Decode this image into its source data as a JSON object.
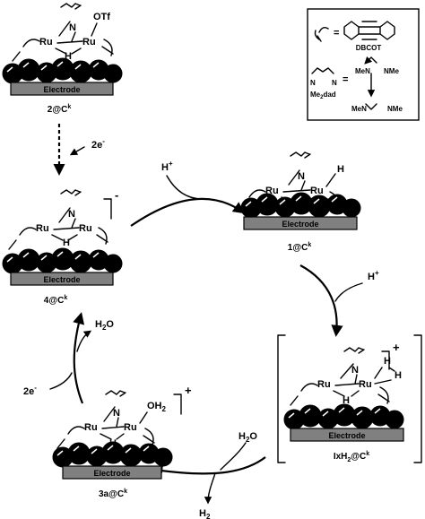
{
  "complexes": [
    {
      "id": "c2",
      "label": "2@C",
      "sup": "k",
      "electrode": "Electrode",
      "ligand": "OTf",
      "charge": ""
    },
    {
      "id": "c4",
      "label": "4@C",
      "sup": "k",
      "electrode": "Electrode",
      "charge": "-"
    },
    {
      "id": "c1",
      "label": "1@C",
      "sup": "k",
      "electrode": "Electrode",
      "charge": ""
    },
    {
      "id": "cIx",
      "label": "IxH",
      "sub": "2",
      "label2": "@C",
      "sup": "k",
      "electrode": "Electrode",
      "charge": "+"
    },
    {
      "id": "c3a",
      "label": "3a@C",
      "sup": "k",
      "electrode": "Electrode",
      "ligand": "OH",
      "ligand_sub": "2",
      "charge": "+"
    }
  ],
  "atoms": {
    "ru": "Ru",
    "n": "N",
    "h": "H"
  },
  "steps": {
    "reduce_2e": {
      "text": "2e",
      "sup": "-"
    },
    "proton_a": {
      "text": "H",
      "sup": "+"
    },
    "proton_b": {
      "text": "H",
      "sup": "+"
    },
    "water_in": {
      "text": "H",
      "sub": "2",
      "tail": "O"
    },
    "h2_out": {
      "text": "H",
      "sub": "2"
    },
    "reduce_2e_b": {
      "text": "2e",
      "sup": "-"
    },
    "water_out": {
      "text": "H",
      "sub": "2",
      "tail": "O"
    }
  },
  "legend": {
    "dbcot_eq": "=",
    "dbcot_label": "DBCOT",
    "dad_label": "Me",
    "dad_sub": "2",
    "dad_tail": "dad",
    "dad_eq": "=",
    "nme": "NMe",
    "men": "MeN",
    "n": "N"
  }
}
